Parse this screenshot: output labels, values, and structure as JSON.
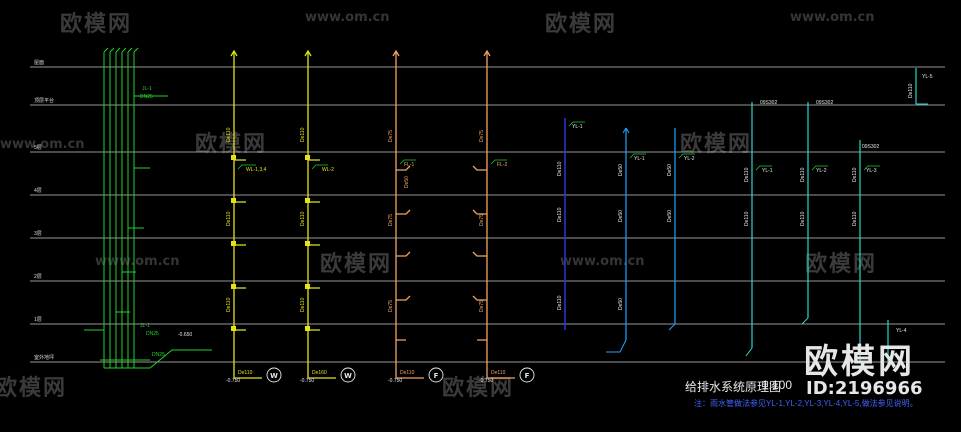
{
  "watermark": {
    "logo_text": "欧模网",
    "url_text": "www.om.cn"
  },
  "floors": [
    "屋面",
    "顶层平台",
    "5层",
    "4层",
    "3层",
    "2层",
    "1层",
    "室外地坪"
  ],
  "riser_labels": {
    "jl": "JL-1",
    "wl1": "WL-1,3,4",
    "wl2": "WL-2",
    "fl1": "FL-1",
    "fl2": "FL-2",
    "yl1": "YL-1",
    "yl2": "YL-2",
    "yl3": "YL-3",
    "yl4": "YL-4",
    "yl5": "YL-5"
  },
  "pipe_sizes": {
    "dn25": "DN25",
    "de110": "De110",
    "de75": "De75",
    "de50": "De50",
    "de160": "De160"
  },
  "elevations": {
    "e650": "-0.650",
    "e750": "-0.750"
  },
  "callouts": {
    "w": "W",
    "f": "F"
  },
  "standard_ref": "09S302",
  "drawing_title": "给排水系统原理图",
  "scale": "1:100",
  "note": "注：雨水管做法参见YL-1,YL-2,YL-3,YL-4,YL-5,做法参见说明。",
  "brand": {
    "logo": "欧模网",
    "id_text": "ID:2196966"
  },
  "colors": {
    "background": "#000000",
    "grid": "#c8c8c8",
    "water_supply": "#22d12e",
    "waste_yellow": "#e3e31b",
    "waste_orange": "#f2a45f",
    "rain_blue": "#2a35d8",
    "rain_sky": "#1fa4ff",
    "rain_cyan": "#25d7d0",
    "note_blue": "#3f63ff"
  }
}
